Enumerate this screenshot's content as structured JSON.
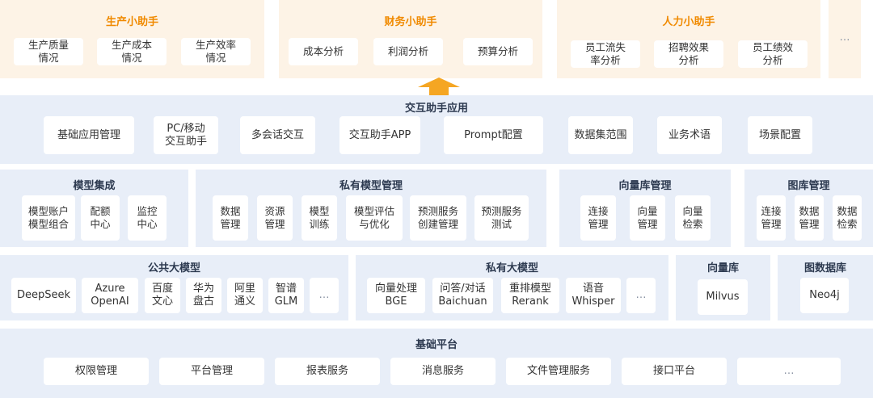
{
  "assistants": [
    {
      "title": "生产小助手",
      "items": [
        "生产质量\n情况",
        "生产成本\n情况",
        "生产效率\n情况"
      ]
    },
    {
      "title": "财务小助手",
      "items": [
        "成本分析",
        "利润分析",
        "预算分析"
      ]
    },
    {
      "title": "人力小助手",
      "items": [
        "员工流失\n率分析",
        "招聘效果\n分析",
        "员工绩效\n分析"
      ]
    }
  ],
  "assistants_more": "…",
  "app_layer": {
    "title": "交互助手应用",
    "items": [
      "基础应用管理",
      "PC/移动\n交互助手",
      "多会话交互",
      "交互助手APP",
      "Prompt配置",
      "数据集范围",
      "业务术语",
      "场景配置"
    ]
  },
  "mgmt": {
    "model_integration": {
      "title": "模型集成",
      "items": [
        "模型账户\n模型组合",
        "配额\n中心",
        "监控\n中心"
      ]
    },
    "private_model_mgmt": {
      "title": "私有模型管理",
      "items": [
        "数据\n管理",
        "资源\n管理",
        "模型\n训练",
        "模型评估\n与优化",
        "预测服务\n创建管理",
        "预测服务\n测试"
      ]
    },
    "vector_mgmt": {
      "title": "向量库管理",
      "items": [
        "连接\n管理",
        "向量\n管理",
        "向量\n检索"
      ]
    },
    "graph_mgmt": {
      "title": "图库管理",
      "items": [
        "连接\n管理",
        "数据\n管理",
        "数据\n检索"
      ]
    }
  },
  "models": {
    "public": {
      "title": "公共大模型",
      "items": [
        "DeepSeek",
        "Azure\nOpenAI",
        "百度\n文心",
        "华为\n盘古",
        "阿里\n通义",
        "智谱\nGLM",
        "…"
      ]
    },
    "private": {
      "title": "私有大模型",
      "items": [
        "向量处理\nBGE",
        "问答/对话\nBaichuan",
        "重排模型\nRerank",
        "语音\nWhisper",
        "…"
      ]
    },
    "vector_db": {
      "title": "向量库",
      "items": [
        "Milvus"
      ]
    },
    "graph_db": {
      "title": "图数据库",
      "items": [
        "Neo4j"
      ]
    }
  },
  "base": {
    "title": "基础平台",
    "items": [
      "权限管理",
      "平台管理",
      "报表服务",
      "消息服务",
      "文件管理服务",
      "接口平台",
      "…"
    ]
  },
  "colors": {
    "orange_title": "#f08a00",
    "arrow": "#f5a623",
    "orange_bg": "#fdf3e6",
    "blue_bg": "#e8eef8",
    "dark_title": "#2d3a50"
  }
}
